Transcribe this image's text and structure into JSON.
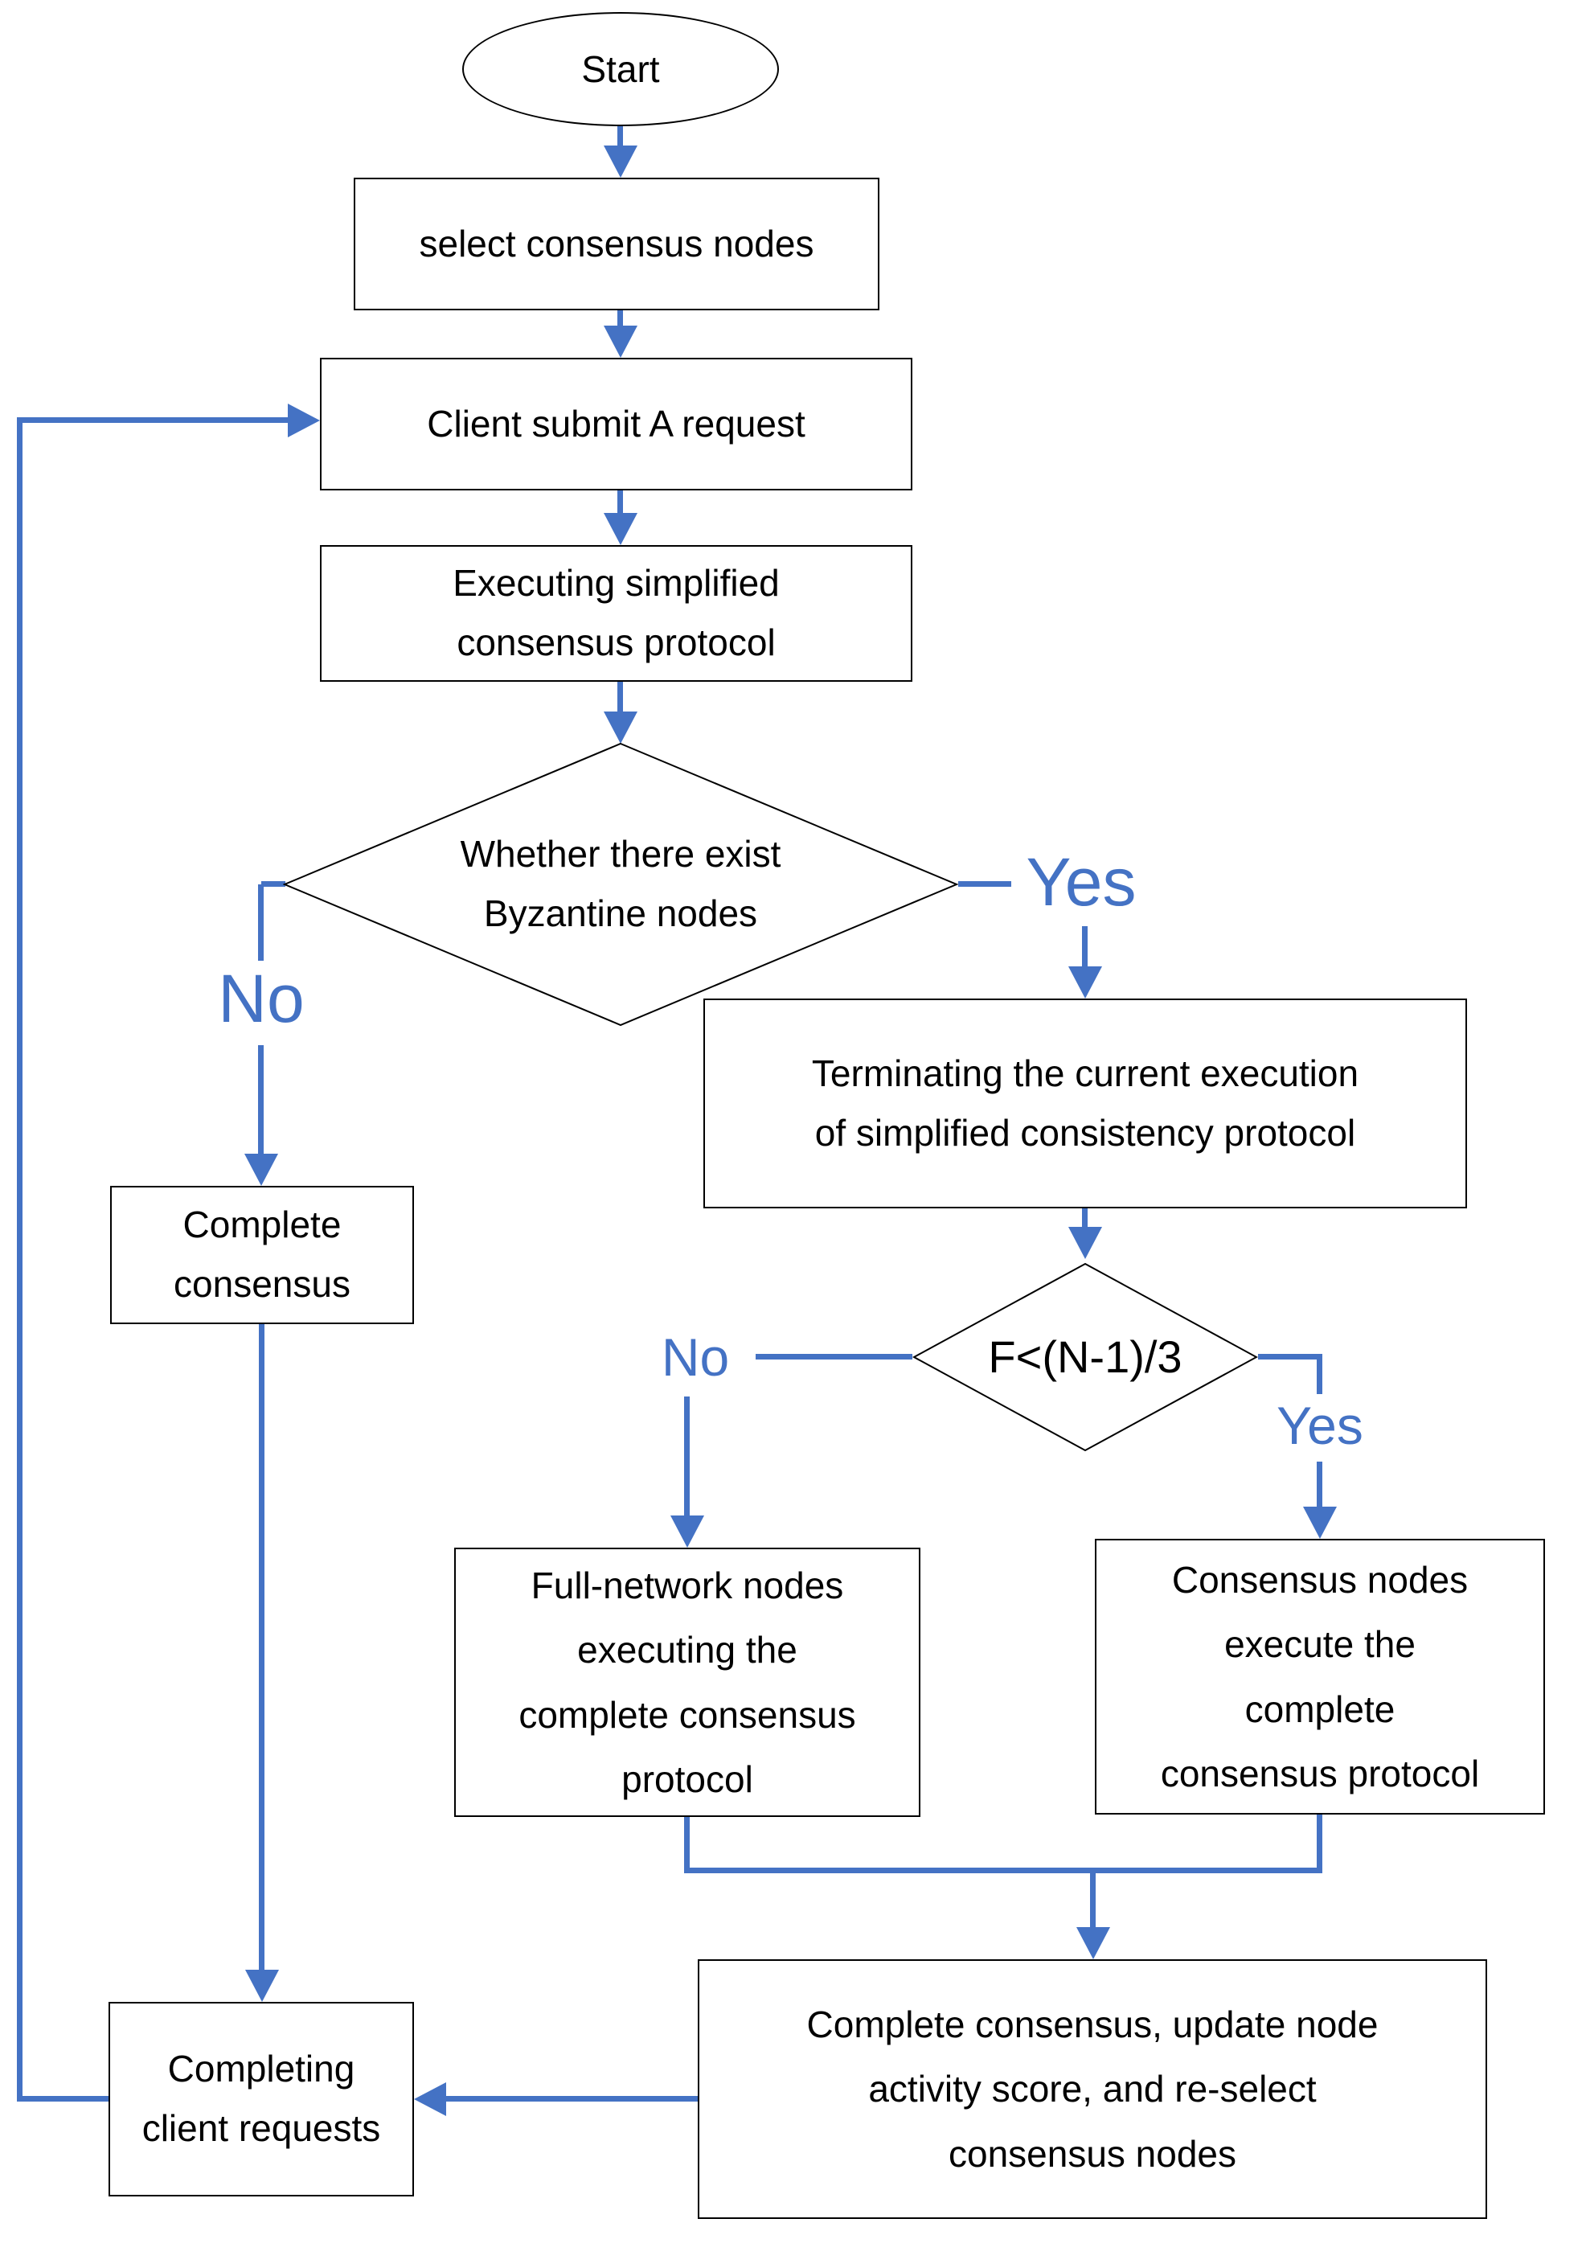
{
  "diagram": {
    "background_color": "#ffffff",
    "connector_color": "#4472C4",
    "shape_border_color": "#000000",
    "text_color": "#000000"
  },
  "nodes": {
    "start": {
      "label": "Start"
    },
    "select_nodes": {
      "label": "select consensus nodes"
    },
    "client_request": {
      "label": "Client submit A request"
    },
    "exec_simplified": {
      "label": "Executing simplified\nconsensus protocol"
    },
    "byzantine_check": {
      "label": "Whether there exist\nByzantine nodes"
    },
    "complete_consensus": {
      "label": "Complete\nconsensus"
    },
    "terminating": {
      "label": "Terminating the current execution\nof simplified consistency protocol"
    },
    "f_check": {
      "label": "F<(N-1)/3"
    },
    "full_network": {
      "label": "Full-network nodes\nexecuting the\ncomplete consensus\nprotocol"
    },
    "consensus_nodes": {
      "label": "Consensus nodes\nexecute the\ncomplete\nconsensus protocol"
    },
    "complete_update": {
      "label": "Complete consensus, update node\nactivity score, and re-select\nconsensus nodes"
    },
    "completing_requests": {
      "label": "Completing\nclient requests"
    }
  },
  "edge_labels": {
    "byzantine_yes": "Yes",
    "byzantine_no": "No",
    "f_no": "No",
    "f_yes": "Yes"
  }
}
